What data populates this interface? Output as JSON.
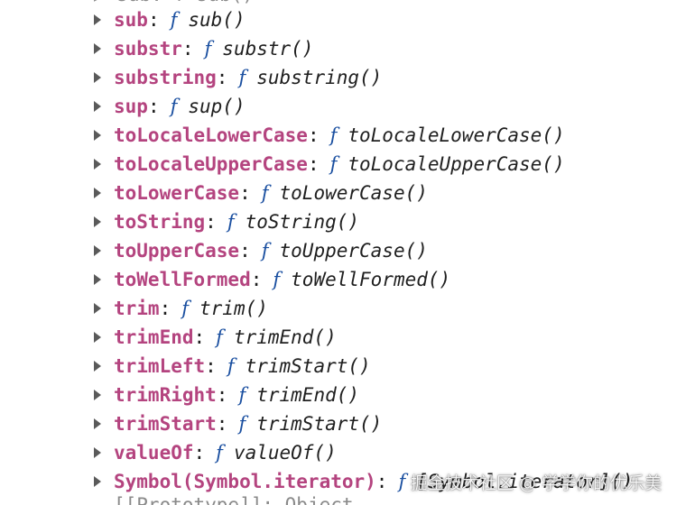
{
  "top_partial": "▶ sub:  f sub()",
  "rows": [
    {
      "key": "sub",
      "fn": "sub()"
    },
    {
      "key": "substr",
      "fn": "substr()"
    },
    {
      "key": "substring",
      "fn": "substring()"
    },
    {
      "key": "sup",
      "fn": "sup()"
    },
    {
      "key": "toLocaleLowerCase",
      "fn": "toLocaleLowerCase()"
    },
    {
      "key": "toLocaleUpperCase",
      "fn": "toLocaleUpperCase()"
    },
    {
      "key": "toLowerCase",
      "fn": "toLowerCase()"
    },
    {
      "key": "toString",
      "fn": "toString()"
    },
    {
      "key": "toUpperCase",
      "fn": "toUpperCase()"
    },
    {
      "key": "toWellFormed",
      "fn": "toWellFormed()"
    },
    {
      "key": "trim",
      "fn": "trim()"
    },
    {
      "key": "trimEnd",
      "fn": "trimEnd()"
    },
    {
      "key": "trimLeft",
      "fn": "trimStart()"
    },
    {
      "key": "trimRight",
      "fn": "trimEnd()"
    },
    {
      "key": "trimStart",
      "fn": "trimStart()"
    },
    {
      "key": "valueOf",
      "fn": "valueOf()"
    },
    {
      "key": "Symbol(Symbol.iterator)",
      "fn": "[Symbol.iterator]()"
    }
  ],
  "f_glyph": "f",
  "colon": ":",
  "bottom_partial": "[[Prototype]]: Object",
  "watermark": "掘金技术社区 @ 学学你的优乐美",
  "colors": {
    "key": "#b4447f",
    "f_keyword": "#1a4fa0",
    "text": "#1f1f1f",
    "triangle": "#5a5a5a"
  }
}
